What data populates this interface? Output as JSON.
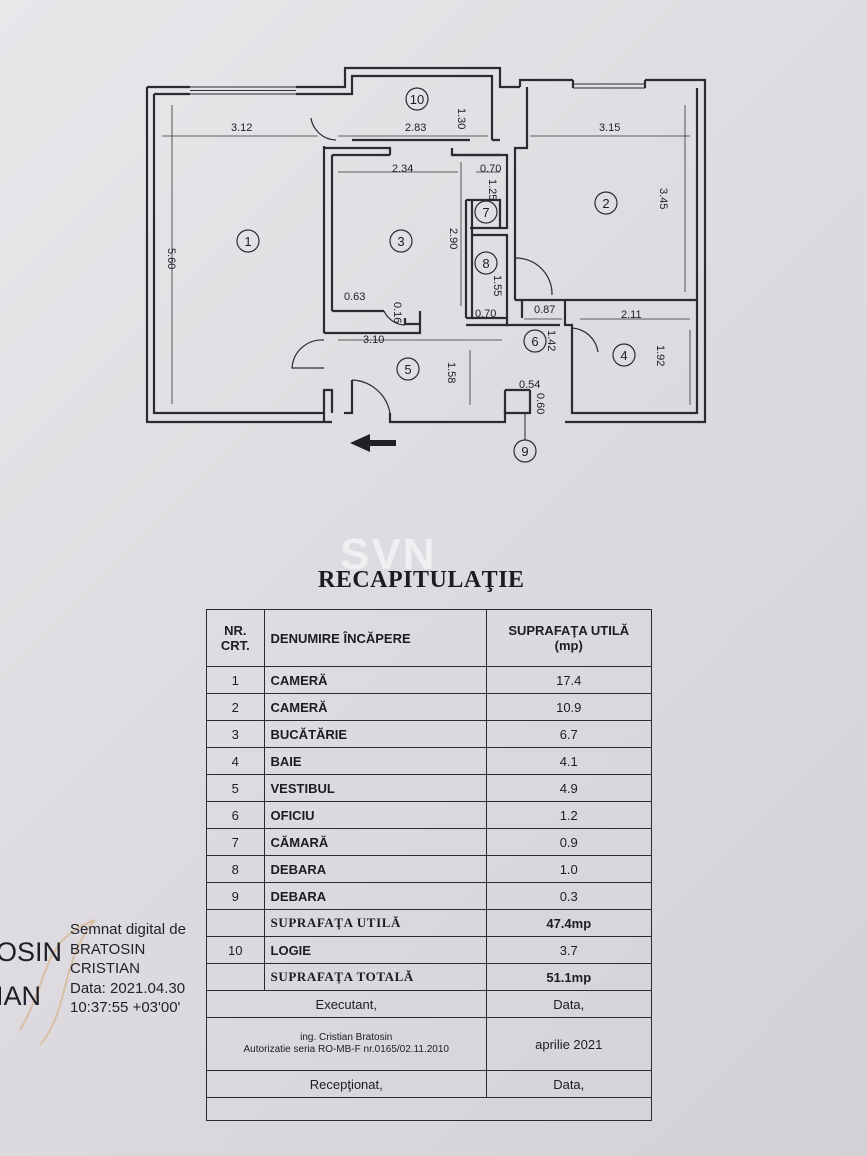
{
  "plan": {
    "rooms": [
      "1",
      "2",
      "3",
      "4",
      "5",
      "6",
      "7",
      "8",
      "9",
      "10"
    ],
    "dims": [
      "3.12",
      "2.83",
      "1.30",
      "3.15",
      "2.34",
      "0.70",
      "1.25",
      "2.90",
      "1.55",
      "3.45",
      "5.60",
      "0.63",
      "0.16",
      "0.70",
      "3.10",
      "1.42",
      "0.87",
      "2.11",
      "1.92",
      "1.58",
      "0.54",
      "0.60"
    ]
  },
  "watermark": "SVN",
  "title": "RECAPITULAŢIE",
  "table": {
    "headers": {
      "nr": "NR. CRT.",
      "name": "DENUMIRE ÎNCĂPERE",
      "area": "SUPRAFAŢA UTILĂ (mp)"
    },
    "rows": [
      {
        "nr": "1",
        "name": "CAMERĂ",
        "area": "17.4"
      },
      {
        "nr": "2",
        "name": "CAMERĂ",
        "area": "10.9"
      },
      {
        "nr": "3",
        "name": "BUCĂTĂRIE",
        "area": "6.7"
      },
      {
        "nr": "4",
        "name": "BAIE",
        "area": "4.1"
      },
      {
        "nr": "5",
        "name": "VESTIBUL",
        "area": "4.9"
      },
      {
        "nr": "6",
        "name": "OFICIU",
        "area": "1.2"
      },
      {
        "nr": "7",
        "name": "CĂMARĂ",
        "area": "0.9"
      },
      {
        "nr": "8",
        "name": "DEBARA",
        "area": "1.0"
      },
      {
        "nr": "9",
        "name": "DEBARA",
        "area": "0.3"
      }
    ],
    "useful_label": "SUPRAFAŢA UTILĂ",
    "useful_value": "47.4mp",
    "row10": {
      "nr": "10",
      "name": "LOGIE",
      "area": "3.7"
    },
    "total_label": "SUPRAFAŢA TOTALĂ",
    "total_value": "51.1mp",
    "executant": "Executant,",
    "data_label": "Data,",
    "engineer": "ing. Cristian Bratosin",
    "authorization": "Autorizatie seria RO-MB-F nr.0165/02.11.2010",
    "date": "aprilie 2021",
    "receptionat": "Recepţionat,",
    "data_label2": "Data,"
  },
  "signature": {
    "big_line1": "OSIN",
    "big_line2": "IAN",
    "line1": "Semnat digital de",
    "line2": "BRATOSIN",
    "line3": "CRISTIAN",
    "line4": "Data: 2021.04.30",
    "line5": "10:37:55 +03'00'"
  }
}
